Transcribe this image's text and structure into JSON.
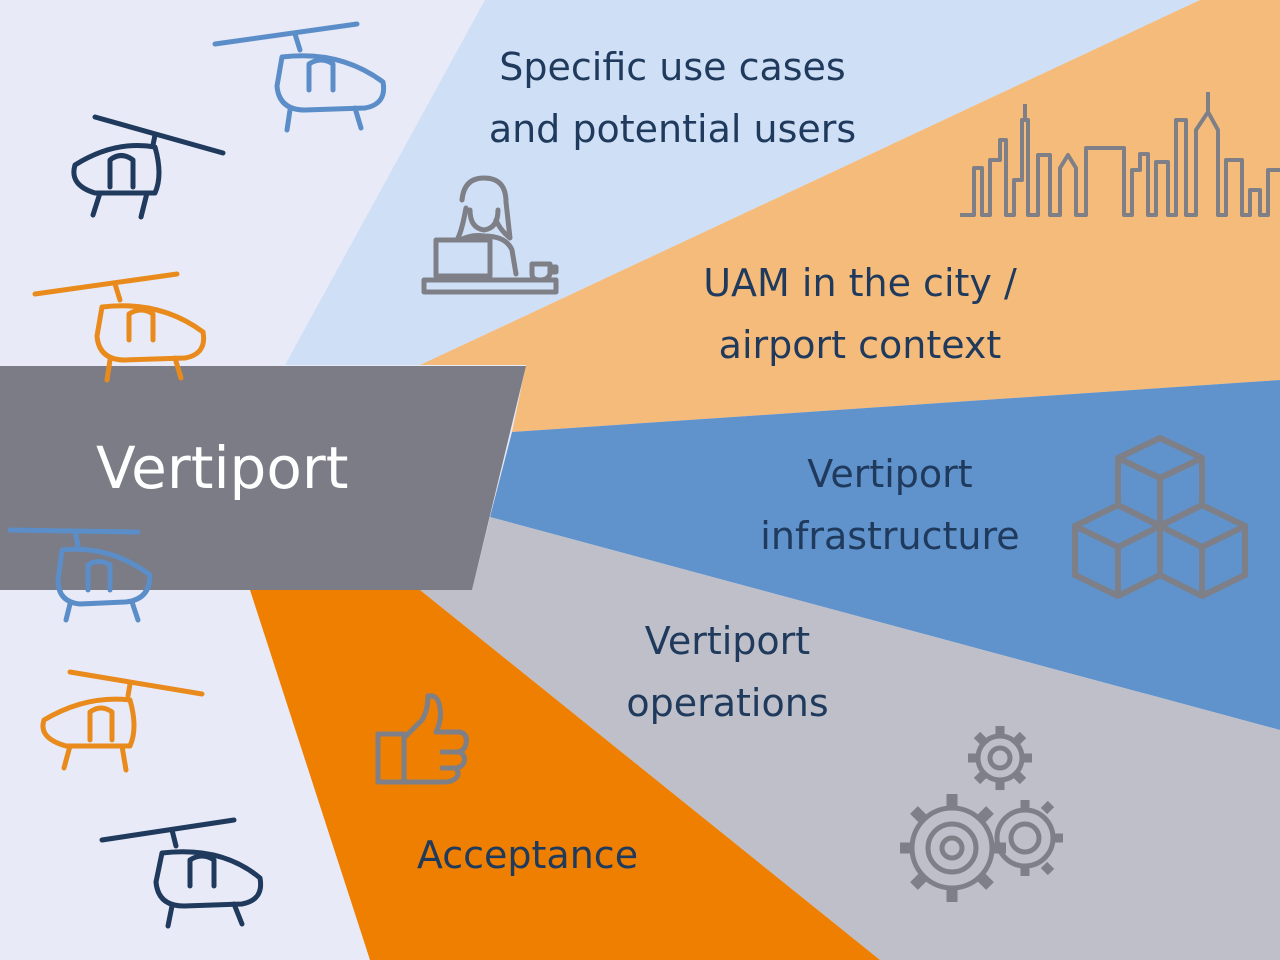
{
  "hub": {
    "title": "Vertiport"
  },
  "segments": [
    {
      "id": "use-cases",
      "lines": [
        "Specific use cases",
        "and potential users"
      ],
      "color": "#CFE0F6",
      "icon": "person-at-laptop-icon"
    },
    {
      "id": "city",
      "lines": [
        "UAM in the city /",
        "airport context"
      ],
      "color": "#F5BB7B",
      "icon": "city-skyline-icon"
    },
    {
      "id": "infrastructure",
      "lines": [
        "Vertiport",
        "infrastructure"
      ],
      "color": "#6092CC",
      "icon": "cubes-icon"
    },
    {
      "id": "operations",
      "lines": [
        "Vertiport",
        "operations"
      ],
      "color": "#BEBFC8",
      "icon": "gears-icon"
    },
    {
      "id": "acceptance",
      "lines": [
        "Acceptance"
      ],
      "color": "#EE7F00",
      "icon": "thumbs-up-icon"
    }
  ],
  "colors": {
    "background": "#E8EAF7",
    "hub_fill": "#7B7C85",
    "text": "#1F3A5C",
    "icon_gray": "#7E7F87",
    "heli_blue_light": "#5B8EC8",
    "heli_navy": "#1F3A5C",
    "heli_orange": "#E98B1C"
  },
  "decorations": {
    "helicopters": [
      "helicopter-icon",
      "helicopter-icon",
      "helicopter-icon",
      "helicopter-icon",
      "helicopter-icon",
      "helicopter-icon"
    ]
  }
}
